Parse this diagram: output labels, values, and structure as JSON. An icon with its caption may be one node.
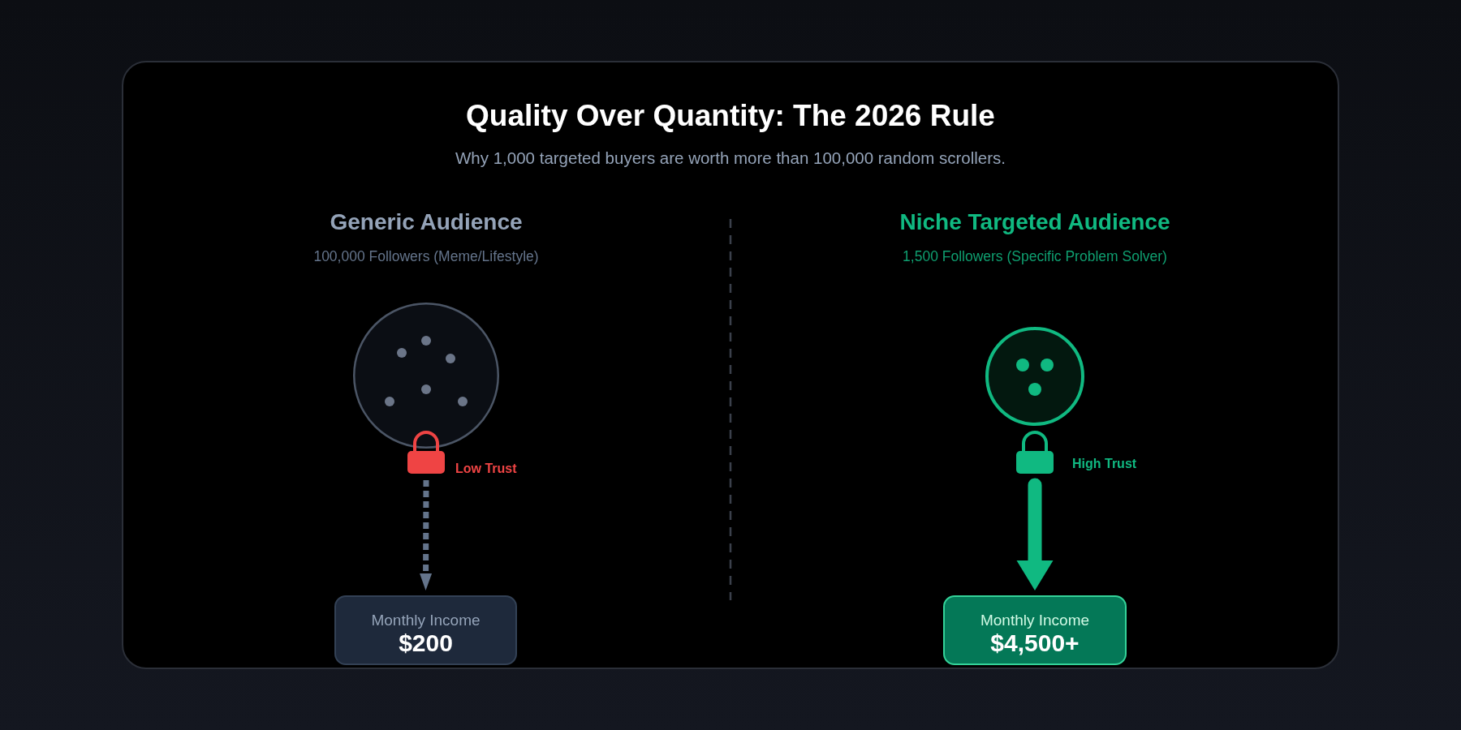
{
  "diagram": {
    "title": "Quality Over Quantity: The 2026 Rule",
    "nodes": [
      {
        "text": [],
        "shape": "circle"
      },
      {
        "text": [],
        "shape": "lock",
        "beside": [
          "Low Trust"
        ]
      },
      {
        "text": [
          "Monthly Income",
          "$200"
        ]
      },
      {
        "text": [],
        "shape": "circle"
      },
      {
        "text": [],
        "shape": "lock",
        "beside": [
          "High Trust"
        ]
      },
      {
        "text": [
          "Monthly Income",
          "$4,500+"
        ]
      }
    ],
    "edges": [
      {
        "from": 1,
        "to": 2,
        "arrow": "to",
        "style": "dashed",
        "color": "#64748b"
      },
      {
        "from": 4,
        "to": 5,
        "arrow": "to",
        "style": "thick",
        "color": "#10b981"
      }
    ],
    "labels": [
      "Why 1,000 targeted buyers are worth more than 100,000 random scrollers.",
      "Generic Audience",
      "Niche Targeted Audience",
      "100,000 Followers (Meme/Lifestyle)",
      "1,500 Followers (Specific Problem Solver)"
    ]
  }
}
